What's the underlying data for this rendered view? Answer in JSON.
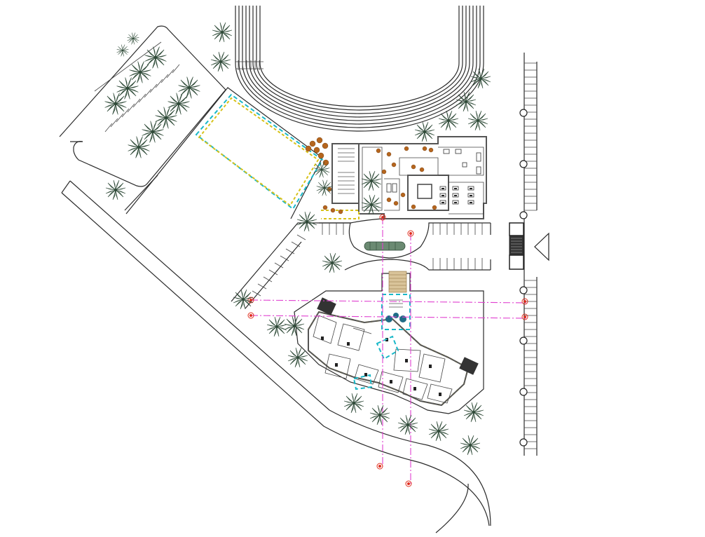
{
  "title": "",
  "colors": {
    "line": "#2b2b2b",
    "palm": "#3f5e48",
    "palm_light": "#7a9c84",
    "axis": "#e040d0",
    "wall_cyan": "#19b8c8",
    "wall_yellow": "#d7c21a",
    "furniture": "#b5651d",
    "point": "#e03020"
  },
  "icons": {
    "palm": "palm-tree-icon",
    "entry": "triangle-entry-marker-icon",
    "post": "circle-post-icon",
    "point": "survey-point-icon"
  },
  "counts": {
    "palm_trees": 38,
    "parking_stalls_right": 40,
    "track_lanes": 8
  }
}
